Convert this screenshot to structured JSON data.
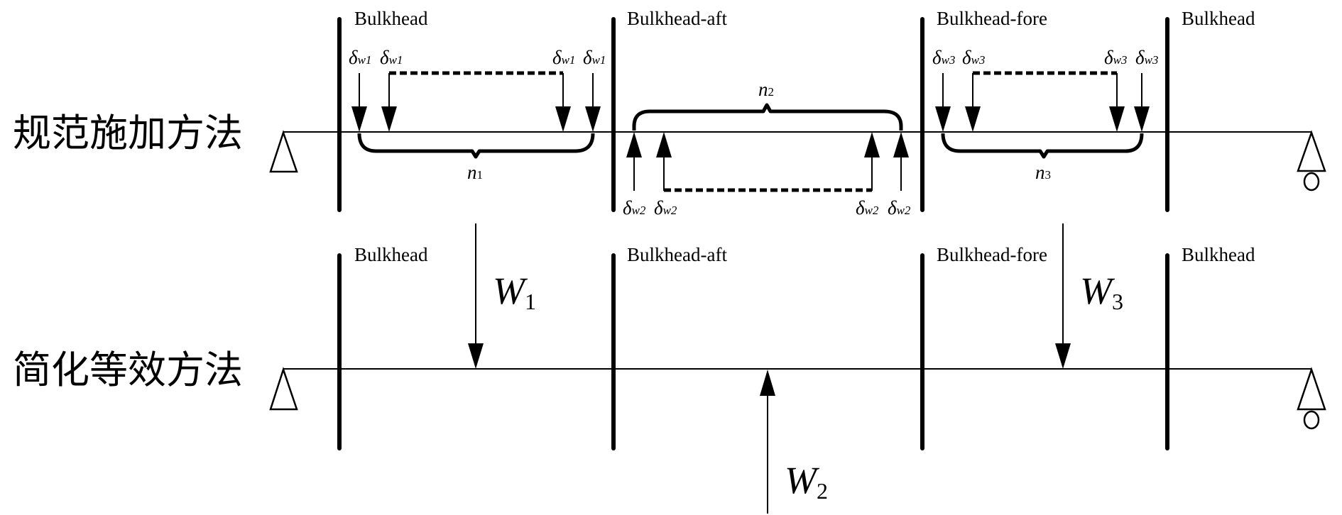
{
  "diagram": {
    "rows": [
      {
        "title": "规范施加方法",
        "bulkheads": [
          "Bulkhead",
          "Bulkhead-aft",
          "Bulkhead-fore",
          "Bulkhead"
        ],
        "groups": [
          {
            "load_symbol": "δ",
            "load_sub": "w1",
            "direction": "down",
            "count_symbol": "n",
            "count_sub": "1"
          },
          {
            "load_symbol": "δ",
            "load_sub": "w2",
            "direction": "up",
            "count_symbol": "n",
            "count_sub": "2"
          },
          {
            "load_symbol": "δ",
            "load_sub": "w3",
            "direction": "down",
            "count_symbol": "n",
            "count_sub": "3"
          }
        ]
      },
      {
        "title": "简化等效方法",
        "bulkheads": [
          "Bulkhead",
          "Bulkhead-aft",
          "Bulkhead-fore",
          "Bulkhead"
        ],
        "loads": [
          {
            "symbol": "W",
            "sub": "1",
            "direction": "down"
          },
          {
            "symbol": "W",
            "sub": "2",
            "direction": "up"
          },
          {
            "symbol": "W",
            "sub": "3",
            "direction": "down"
          }
        ]
      }
    ],
    "supports": {
      "left": "pin",
      "right": "roller"
    }
  }
}
